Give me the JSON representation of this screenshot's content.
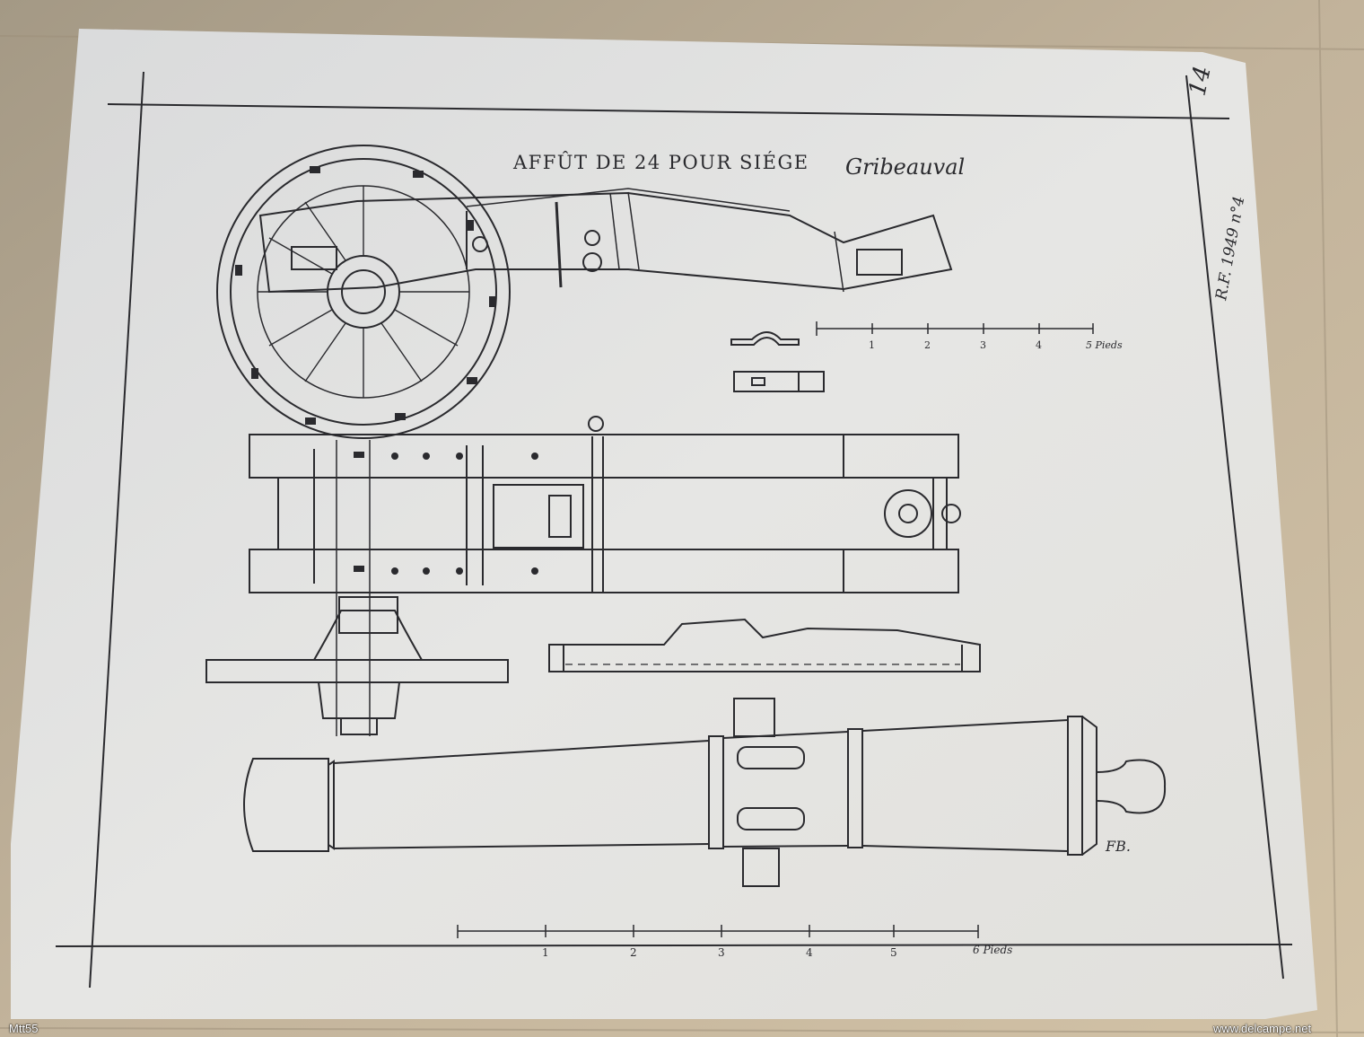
{
  "drawing": {
    "title_print": "AFFÛT DE 24 POUR SIÉGE",
    "title_script": "Gribeauval",
    "plate_number": "14",
    "margin_ref": "R.F. 1949 n°4",
    "signature": "FB.",
    "small_scale": {
      "ticks": [
        "1",
        "2",
        "3",
        "4",
        "5"
      ],
      "unit_label": "5 Pieds"
    },
    "large_scale": {
      "ticks": [
        "1",
        "2",
        "3",
        "4",
        "5"
      ],
      "unit_label": "6 Pieds"
    }
  },
  "watermarks": {
    "left": "Mtt55",
    "right": "www.delcampe.net"
  },
  "colors": {
    "table": "#b9ab96",
    "paper": "#e4e4e2",
    "ink": "#2a2a2e"
  }
}
